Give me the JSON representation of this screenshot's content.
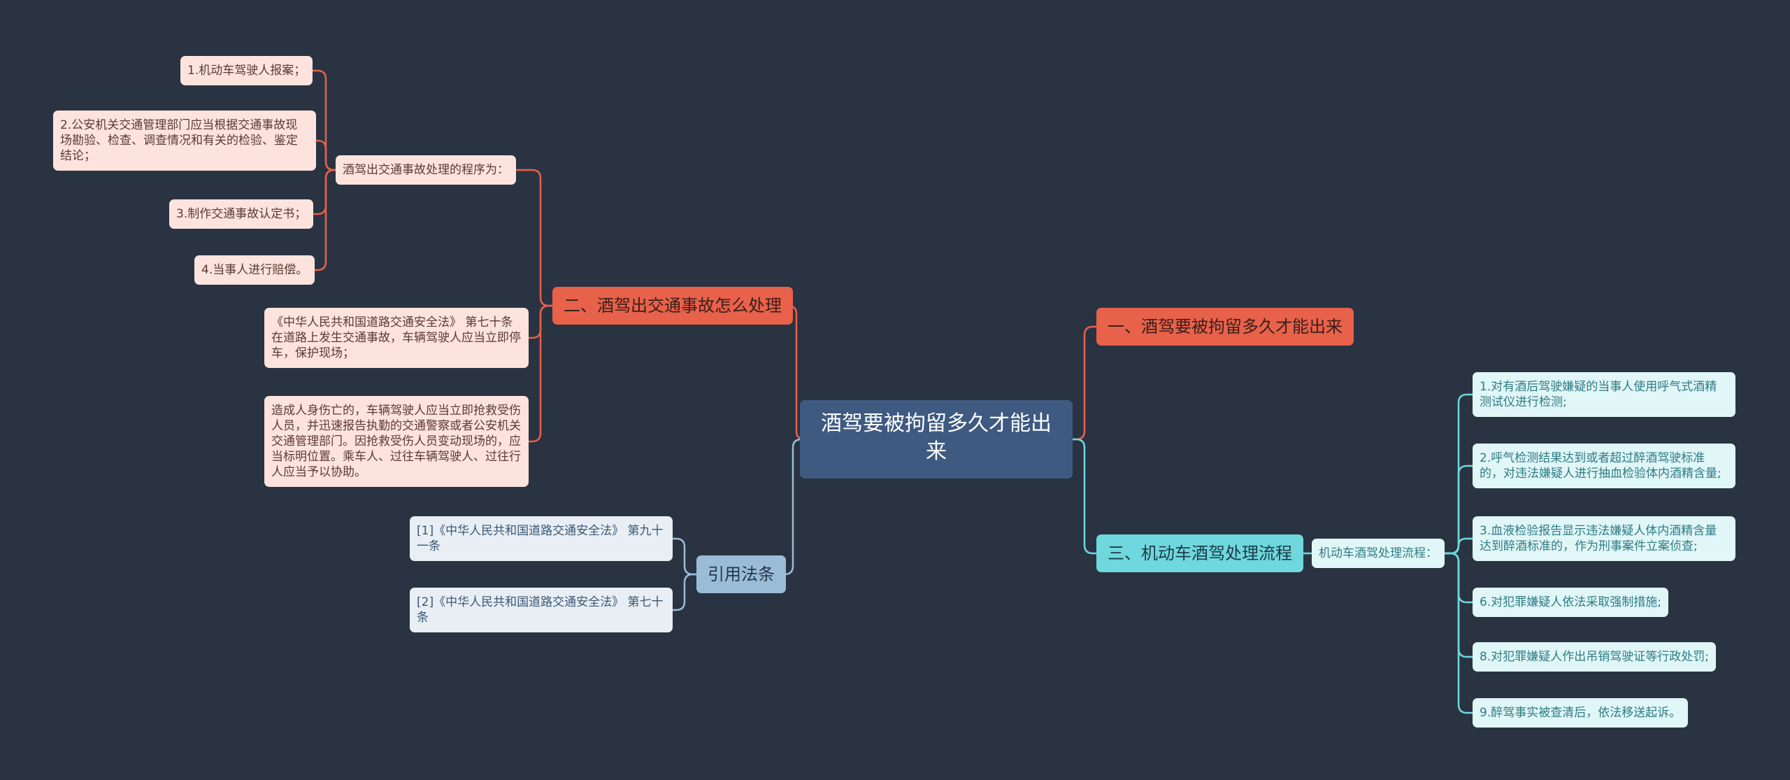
{
  "root": {
    "label": "酒驾要被拘留多久才能出来"
  },
  "branch_1": {
    "label": "一、酒驾要被拘留多久才能出来",
    "color": "#e8614a"
  },
  "branch_2": {
    "label": "二、酒驾出交通事故怎么处理",
    "color": "#e8614a",
    "procedure": {
      "label": "酒驾出交通事故处理的程序为：",
      "steps": [
        "1.机动车驾驶人报案；",
        "2.公安机关交通管理部门应当根据交通事故现场勘验、检查、调查情况和有关的检验、鉴定结论；",
        "3.制作交通事故认定书；",
        "4.当事人进行赔偿。"
      ]
    },
    "law_text_1": "《中华人民共和国道路交通安全法》 第七十条在道路上发生交通事故，车辆驾驶人应当立即停车，保护现场；",
    "law_text_2": "造成人身伤亡的，车辆驾驶人应当立即抢救受伤人员，并迅速报告执勤的交通警察或者公安机关交通管理部门。因抢救受伤人员变动现场的，应当标明位置。乘车人、过往车辆驾驶人、过往行人应当予以协助。"
  },
  "branch_3": {
    "label": "三、机动车酒驾处理流程",
    "color": "#6ed8de",
    "flow": {
      "label": "机动车酒驾处理流程：",
      "steps": [
        "1.对有酒后驾驶嫌疑的当事人使用呼气式酒精测试仪进行检测;",
        "2.呼气检测结果达到或者超过醉酒驾驶标准的，对违法嫌疑人进行抽血检验体内酒精含量;",
        "3.血液检验报告显示违法嫌疑人体内酒精含量达到醉酒标准的，作为刑事案件立案侦查;",
        "6.对犯罪嫌疑人依法采取强制措施;",
        "8.对犯罪嫌疑人作出吊销驾驶证等行政处罚;",
        "9.醉驾事实被查清后，依法移送起诉。"
      ]
    }
  },
  "citations": {
    "label": "引用法条",
    "color": "#9bbcd6",
    "items": [
      "[1]《中华人民共和国道路交通安全法》 第九十一条",
      "[2]《中华人民共和国道路交通安全法》 第七十条"
    ]
  }
}
